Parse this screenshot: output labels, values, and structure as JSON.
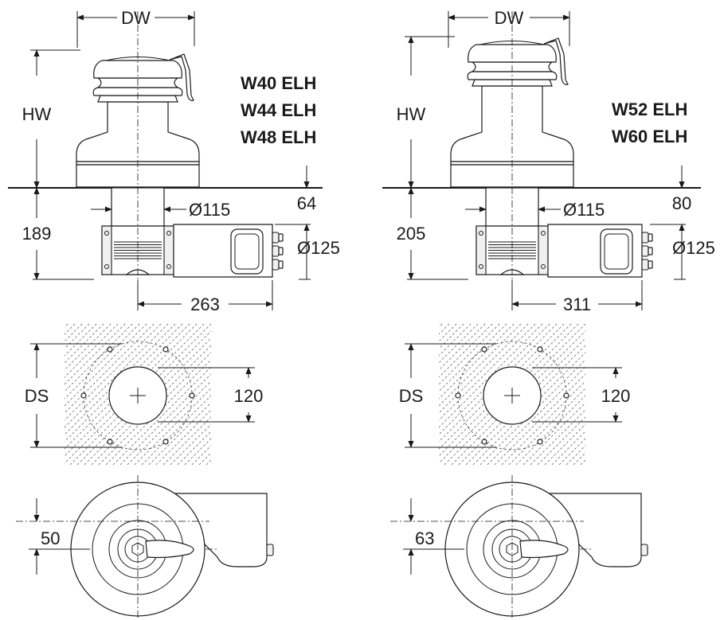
{
  "left": {
    "dw_label": "DW",
    "hw_label": "HW",
    "models": [
      "W40 ELH",
      "W44 ELH",
      "W48 ELH"
    ],
    "below_deck_height": "189",
    "collar_height": "64",
    "shaft_diameter": "Ø115",
    "motor_diameter": "Ø125",
    "motor_length": "263",
    "ds_label": "DS",
    "bolt_circle_dim": "120",
    "offset_dim": "50"
  },
  "right": {
    "dw_label": "DW",
    "hw_label": "HW",
    "models": [
      "W52 ELH",
      "W60 ELH"
    ],
    "below_deck_height": "205",
    "collar_height": "80",
    "shaft_diameter": "Ø115",
    "motor_diameter": "Ø125",
    "motor_length": "311",
    "ds_label": "DS",
    "bolt_circle_dim": "120",
    "offset_dim": "63"
  }
}
